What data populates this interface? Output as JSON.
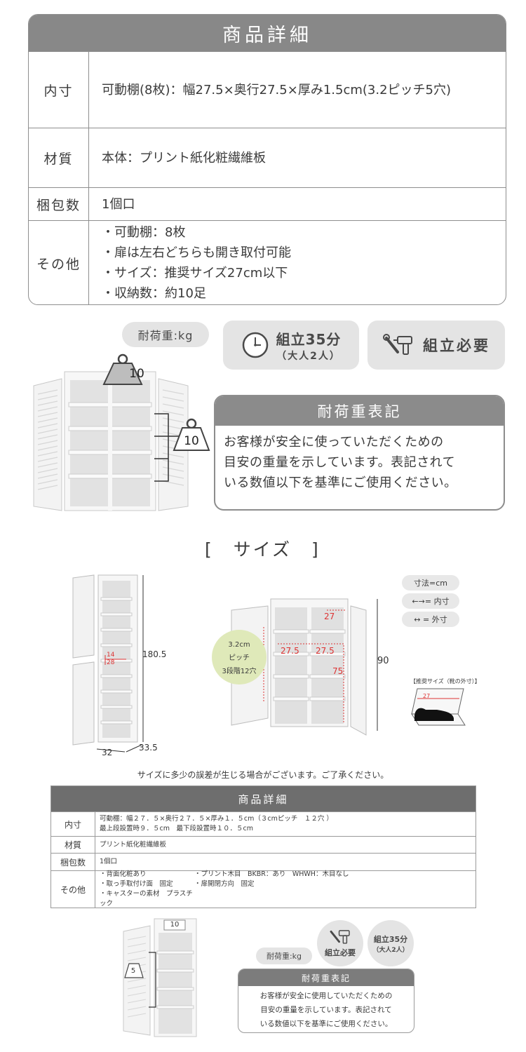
{
  "spec_table": {
    "title": "商品詳細",
    "rows": [
      {
        "label": "内寸",
        "lines": [
          "可動棚(8枚)：幅27.5×奥行27.5×厚み1.5cm(3.2ピッチ5穴)"
        ]
      },
      {
        "label": "材質",
        "lines": [
          "本体：プリント紙化粧繊維板"
        ]
      },
      {
        "label": "梱包数",
        "lines": [
          "1個口"
        ]
      },
      {
        "label": "その他",
        "lines": [
          "・可動棚：8枚",
          "・扉は左右どちらも開き取付可能",
          "・サイズ：推奨サイズ27cm以下",
          "・収納数：約10足"
        ]
      }
    ]
  },
  "badges": {
    "load_label": "耐荷重:kg",
    "assembly_time": "組立35分",
    "assembly_people": "（大人2人）",
    "assembly_required": "組立必要"
  },
  "weights": {
    "top": "10",
    "shelf": "10",
    "bottom_top": "10",
    "bottom_shelf": "5"
  },
  "load_note": {
    "title": "耐荷重表記",
    "lines": [
      "お客様が安全に使っていただくための",
      "目安の重量を示しています。表記されて",
      "いる数値以下を基準にご使用ください。"
    ]
  },
  "size_section": {
    "title": "[　サイズ　]",
    "legend": [
      "寸法=cm",
      "←→= 内寸",
      "↔ = 外寸"
    ],
    "tall": {
      "height": "180.5",
      "depth": "33.5",
      "width": "32",
      "inner_a": "14",
      "inner_b": "28"
    },
    "wide": {
      "height": "90",
      "top": "27",
      "inner_w1": "27.5",
      "inner_w2": "27.5",
      "inner_h": "75"
    },
    "pitch_note": [
      "3.2cm",
      "ピッチ",
      "3段階12穴"
    ],
    "shoe_caption": "【推奨サイズ（靴の外寸）】",
    "shoe_size": "27",
    "caption": "サイズに多少の誤差が生じる場合がございます。ご了承ください。"
  },
  "spec_table2": {
    "title": "商品詳細",
    "rows": [
      {
        "label": "内寸",
        "lines": [
          "可動棚：幅２７．５×奥行２７．５×厚み１．５cm（３cmピッチ　１２穴 ）",
          "最上段設置時９．５cm　最下段設置時１０．５cm"
        ]
      },
      {
        "label": "材質",
        "lines": [
          "プリント紙化粧繊維板"
        ]
      },
      {
        "label": "梱包数",
        "lines": [
          "1個口"
        ]
      }
    ],
    "other_label": "その他",
    "other_items": [
      "・背面化粧あり",
      "・プリント木目　BKBR：あり　WHWH：木目なし",
      "・取っ手取付け面　固定",
      "・扉開閉方向　固定",
      "・キャスターの素材　プラスチック",
      ""
    ]
  },
  "bottom": {
    "load_label": "耐荷重:kg",
    "assembly_required": "組立必要",
    "assembly_time": "組立35分",
    "assembly_people": "（大人2人）",
    "note_title": "耐荷重表記",
    "note_lines": [
      "お客様が安全に使用していただくための",
      "目安の重量を示しています。表記されて",
      "いる数値以下を基準にご使用ください。"
    ]
  }
}
